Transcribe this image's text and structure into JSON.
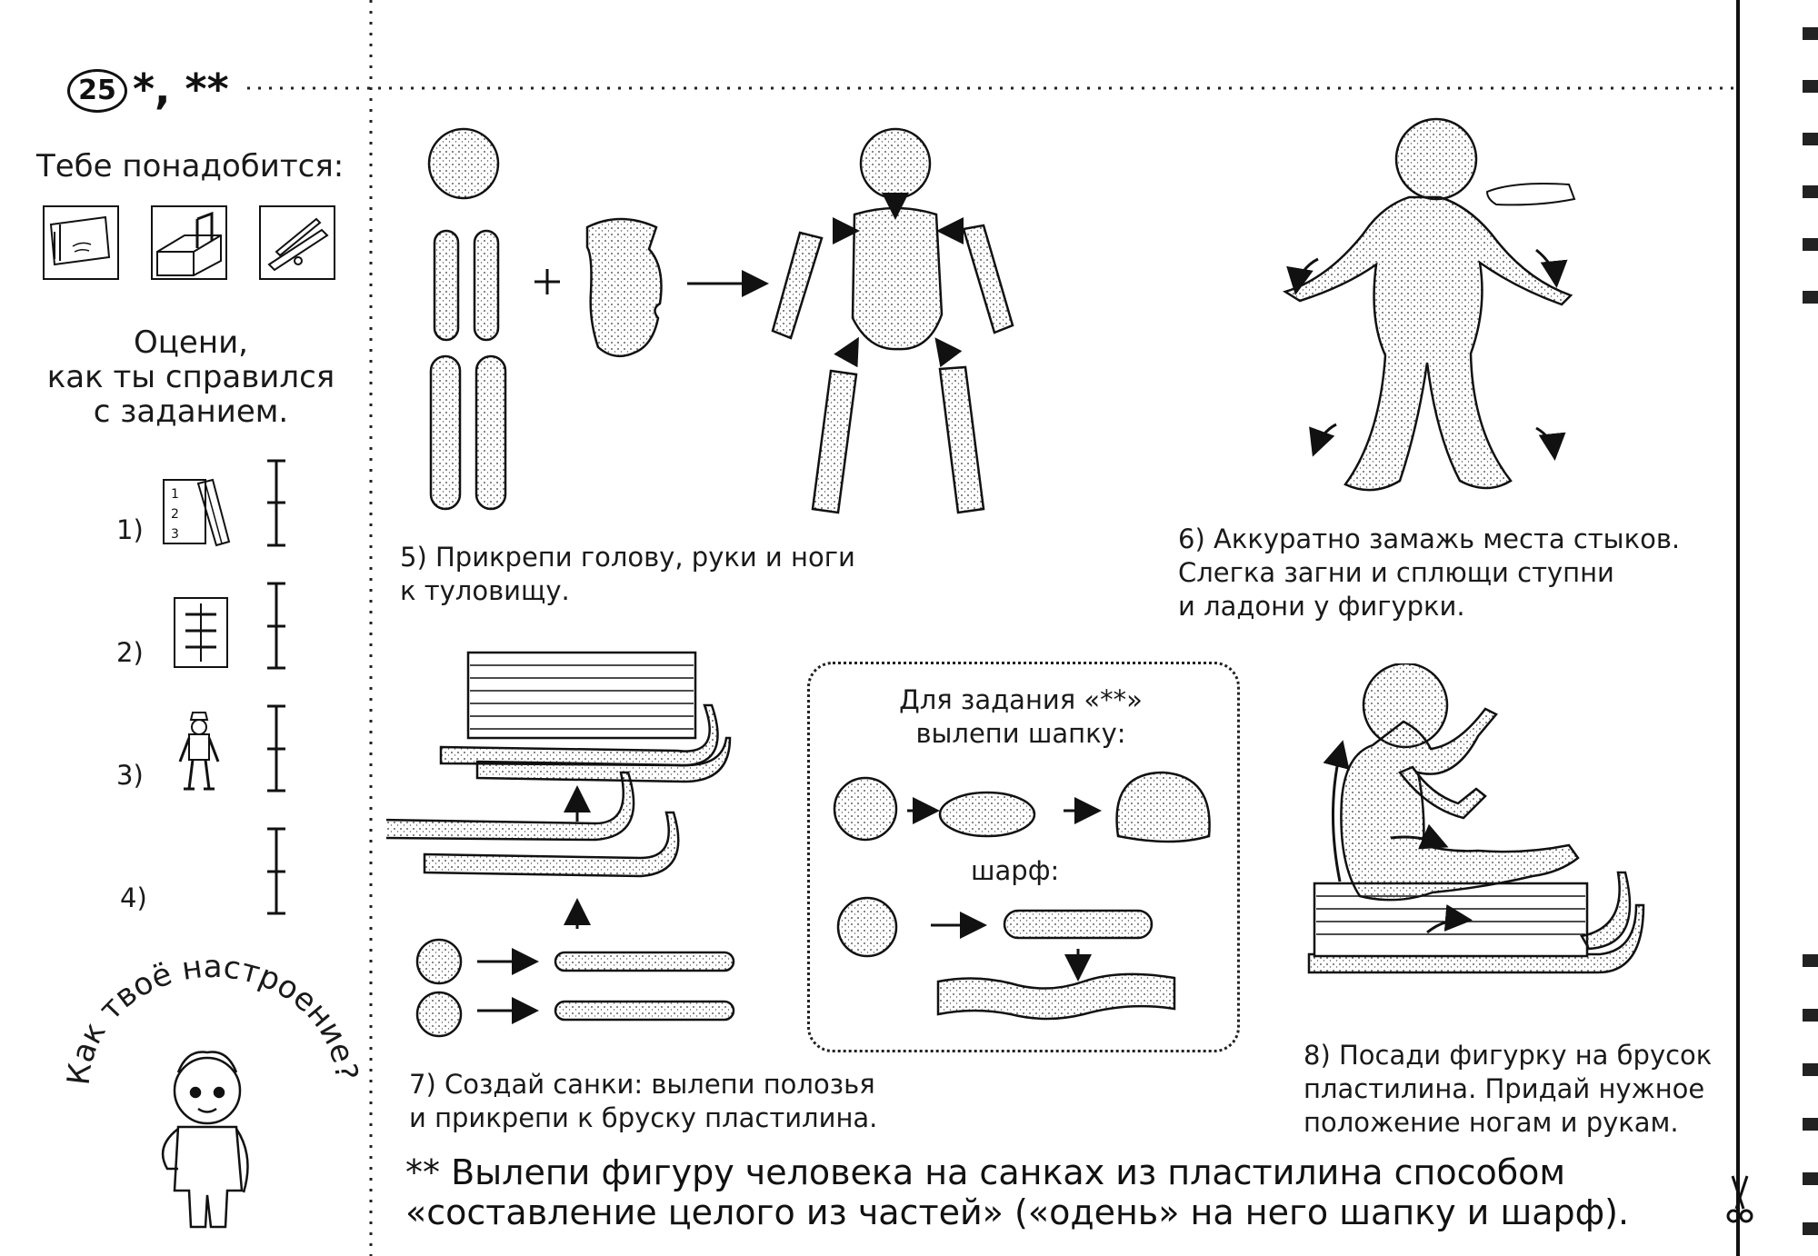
{
  "task": {
    "number": "25",
    "stars": "*, **"
  },
  "sidebar": {
    "need_label": "Тебе понадобится:",
    "tools": [
      {
        "icon": "plasticine-board-icon"
      },
      {
        "icon": "plasticine-box-icon"
      },
      {
        "icon": "stack-tool-icon"
      }
    ],
    "rate_title": [
      "Оцени,",
      "как ты справился",
      "с заданием."
    ],
    "ratings": [
      {
        "label": "1)",
        "icon": "numbered-list-icon"
      },
      {
        "label": "2)",
        "icon": "plan-card-icon"
      },
      {
        "label": "3)",
        "icon": "figure-icon"
      },
      {
        "label": "4)",
        "icon": ""
      }
    ],
    "mood_title": "Как твоё настроение?"
  },
  "steps": {
    "step5": [
      "5) Прикрепи голову, руки и ноги",
      "к туловищу."
    ],
    "step6": [
      "6) Аккуратно замажь места стыков.",
      "Слегка загни и сплющи ступни",
      "и ладони у фигурки."
    ],
    "step7": [
      "7) Создай санки: вылепи полозья",
      "и прикрепи к бруску пластилина."
    ],
    "step8": [
      "8) Посади фигурку на брусок",
      "пластилина. Придай нужное",
      "положение ногам и рукам."
    ]
  },
  "box": {
    "title": [
      "Для задания «**»",
      "вылепи шапку:"
    ],
    "scarf_label": "шарф:"
  },
  "footer": [
    "** Вылепи фигуру человека на санках из пластилина способом",
    "«составление целого из частей» («одень» на него шапку и шарф)."
  ],
  "colors": {
    "ink": "#1a1a1a",
    "paper": "#ffffff"
  }
}
